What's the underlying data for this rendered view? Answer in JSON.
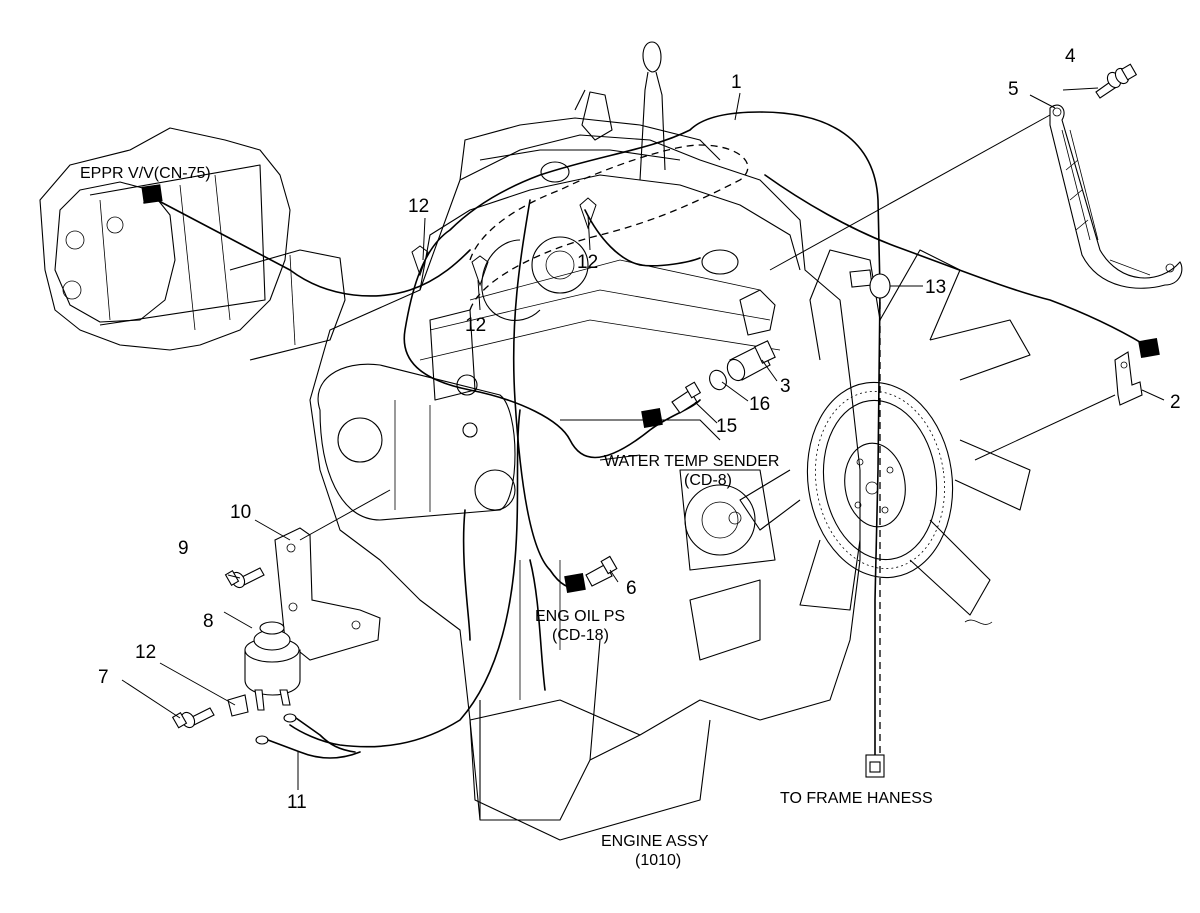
{
  "callouts": {
    "c1": "1",
    "c2": "2",
    "c3": "3",
    "c4": "4",
    "c5": "5",
    "c6": "6",
    "c7": "7",
    "c8": "8",
    "c9": "9",
    "c10": "10",
    "c11": "11",
    "c12a": "12",
    "c12b": "12",
    "c12c": "12",
    "c12d": "12",
    "c13": "13",
    "c15": "15",
    "c16": "16"
  },
  "labels": {
    "eppr": "EPPR V/V(CN-75)",
    "water_temp": "WATER TEMP SENDER",
    "water_temp_code": "(CD-8)",
    "oil_ps": "ENG OIL PS",
    "oil_ps_code": "(CD-18)",
    "to_frame": "TO FRAME HANESS",
    "engine_assy": "ENGINE ASSY",
    "engine_assy_code": "(1010)"
  }
}
